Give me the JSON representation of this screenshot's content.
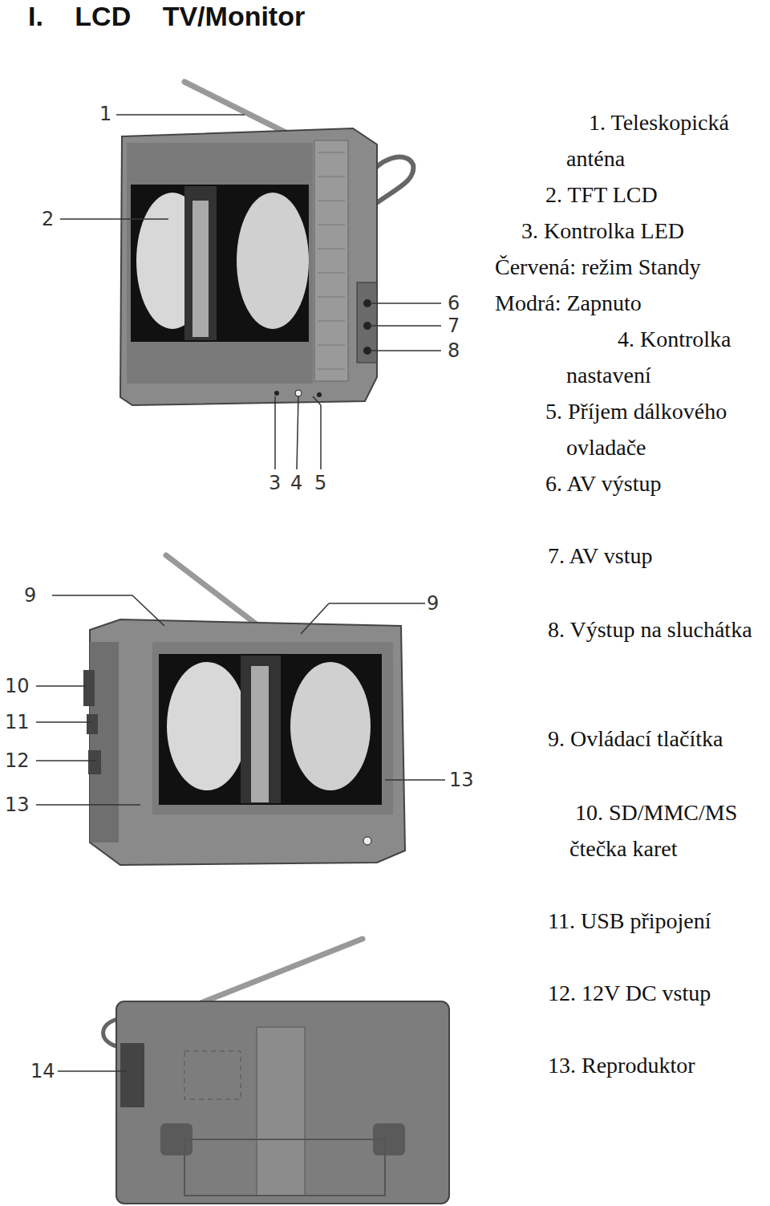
{
  "diagram": {
    "title": "I. LCD TV/Monitor",
    "labels": [
      "1",
      "2",
      "6",
      "7",
      "8",
      "3",
      "4",
      "5",
      "9",
      "9",
      "10",
      "11",
      "12",
      "13",
      "13",
      "14",
      "1. Teleskopická anténa",
      "2. TFT LCD",
      "3. Kontrolka LED",
      "Červená: režim Standy",
      "Modrá: Zapnuto",
      "4. Kontrolka nastavení",
      "5. Příjem dálkového ovladače",
      "6. AV výstup",
      "7. AV vstup",
      "8. Výstup na sluchátka",
      "9. Ovládací tlačítka",
      "10. SD/MMC/MS čtečka karet",
      "11. USB připojení",
      "12. 12V DC vstup",
      "13. Reproduktor"
    ]
  }
}
